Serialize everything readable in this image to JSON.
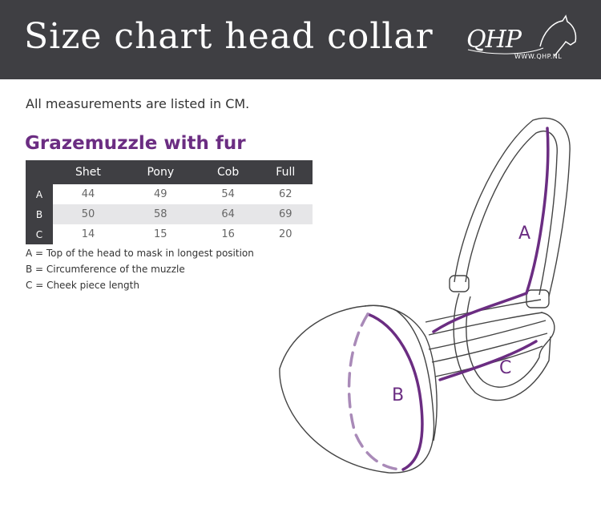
{
  "header": {
    "title": "Size chart head collar",
    "logo_text": "QHP",
    "logo_url": "WWW.QHP.NL"
  },
  "note": "All measurements are listed in CM.",
  "section_title": "Grazemuzzle with fur",
  "table": {
    "columns": [
      "",
      "Shet",
      "Pony",
      "Cob",
      "Full"
    ],
    "rows": [
      {
        "label": "A",
        "values": [
          "44",
          "49",
          "54",
          "62"
        ]
      },
      {
        "label": "B",
        "values": [
          "50",
          "58",
          "64",
          "69"
        ]
      },
      {
        "label": "C",
        "values": [
          "14",
          "15",
          "16",
          "20"
        ]
      }
    ]
  },
  "legend": [
    "A = Top of the head to mask in longest position",
    "B = Circumference of the muzzle",
    "C = Cheek piece length"
  ],
  "diagram": {
    "labels": [
      "A",
      "B",
      "C"
    ],
    "accent_color": "#6b2d82"
  },
  "colors": {
    "header_bg": "#3f3f43",
    "accent": "#6b2d82",
    "row_shade": "#e6e6e8"
  }
}
